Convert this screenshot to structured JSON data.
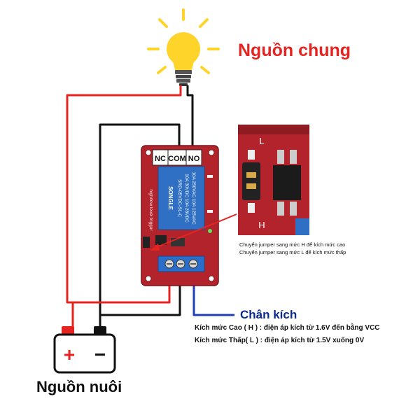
{
  "titles": {
    "common_power": "Nguồn chung",
    "supply_power": "Nguồn nuôi"
  },
  "relay_terminals": {
    "nc": "NC",
    "com": "COM",
    "no": "NO"
  },
  "relay_body_text": {
    "line1": "10A 250VAC  10A 125VAC",
    "line2": "10A 30VDC  10A 28VDC",
    "line3": "SRD-05VDC-SL-C",
    "brand": "SONGLE"
  },
  "relay_board_text": {
    "trigger_side": "high/low level trigger"
  },
  "jumper_photo": {
    "label_l": "L",
    "label_h": "H"
  },
  "jumper_notes": {
    "line1": "Chuyển jumper sang mức H để kích mức cao",
    "line2": "Chuyển jumper sang mức L để kích mức thấp"
  },
  "trigger": {
    "title": "Chân kích",
    "high": "Kích mức Cao ( H ) : điện áp kích từ 1.6V đến bằng VCC",
    "low": "Kích mức Thấp( L ) : điện áp kích từ 1.5V xuống 0V"
  },
  "battery": {
    "plus": "+",
    "minus": "−"
  },
  "colors": {
    "red_wire": "#e52421",
    "black_wire": "#111111",
    "blue_wire": "#1f3fb8",
    "board": "#b3232b",
    "relay_blue": "#2f6fc4",
    "terminal_blue": "#2a6ec9",
    "bulb_yellow": "#ffd42a",
    "title_red": "#e52421",
    "title_blue": "#0b2c8f"
  }
}
